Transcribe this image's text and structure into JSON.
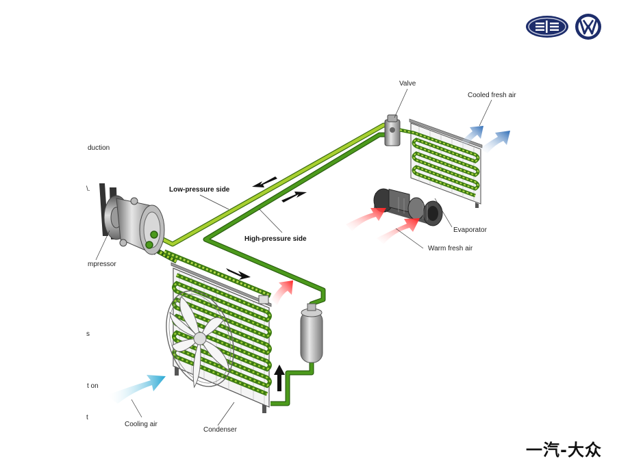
{
  "labels": {
    "valve": "Valve",
    "cooled_fresh_air": "Cooled fresh air",
    "reduction_fragment": "duction",
    "low_pressure_side": "Low-pressure side",
    "high_pressure_side": "High-pressure side",
    "compressor_fragment": "mpressor",
    "evaporator": "Evaporator",
    "warm_fresh_air": "Warm fresh air",
    "cooling_air": "Cooling air",
    "condenser": "Condenser",
    "on_fragment": "t on",
    "dot_fragment_1": "\\.",
    "dot_fragment_2": "s",
    "dot_fragment_3": "t"
  },
  "logos": {
    "faw_logo": "FAW",
    "vw_logo": "VW"
  },
  "footer": {
    "brand_text": "一汽-大众"
  },
  "colors": {
    "pipe_light_green": "#a6cf2e",
    "pipe_dark_green": "#3e8a14",
    "cooling_air": "#35b6d8",
    "warm_air": "#ff3b30",
    "cooled_air": "#2f6fb4",
    "faw_blue": "#1d2d6b",
    "vw_blue": "#1d2d6b"
  }
}
